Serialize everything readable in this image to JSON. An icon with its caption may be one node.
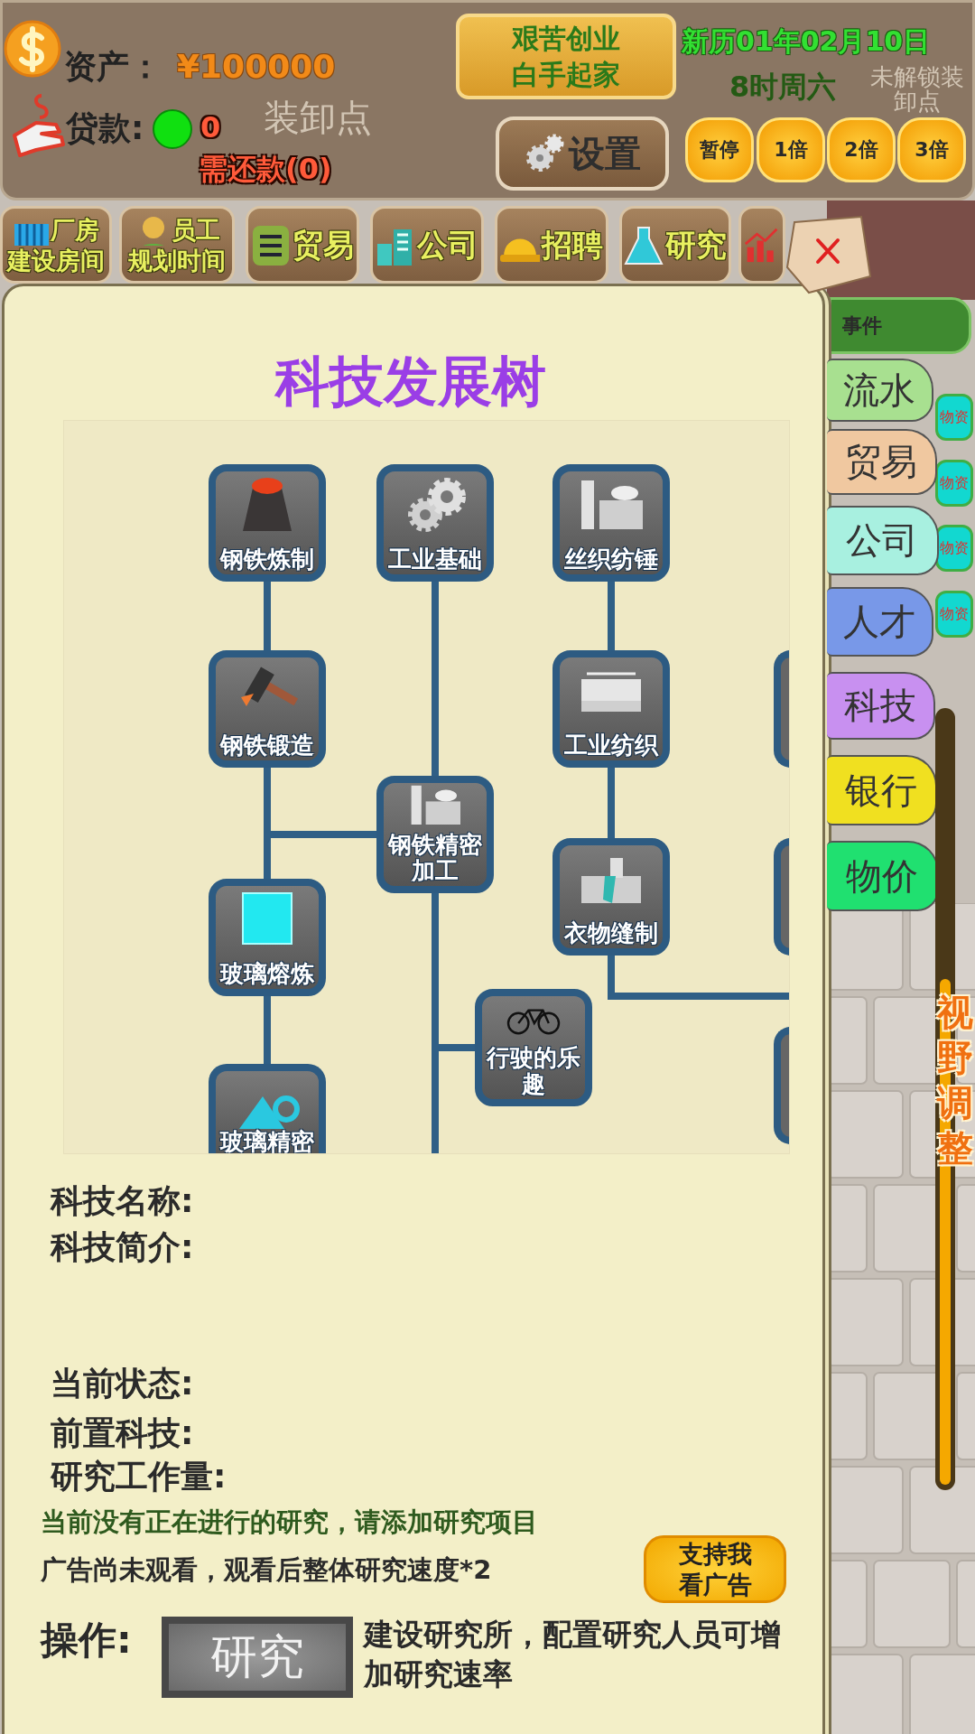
{
  "diagram": {
    "title": "科技发展树",
    "nodes": [
      {
        "text": [
          "艰苦创业白手起家"
        ]
      },
      {
        "text": [
          "设置"
        ]
      },
      {
        "text": [
          "暂停"
        ]
      },
      {
        "text": [
          "1倍"
        ]
      },
      {
        "text": [
          "2倍"
        ]
      },
      {
        "text": [
          "3倍"
        ]
      },
      {
        "text": [
          "厂房",
          "建设房间"
        ]
      },
      {
        "text": [
          "员工",
          "规划时间"
        ]
      },
      {
        "text": [
          "贸易"
        ]
      },
      {
        "text": [
          "公司"
        ]
      },
      {
        "text": [
          "招聘"
        ]
      },
      {
        "text": [
          "研究"
        ]
      },
      {
        "text": [],
        "shape": "box"
      },
      {
        "text": [
          "事件"
        ]
      },
      {
        "text": [
          "物资"
        ]
      },
      {
        "text": [
          "物资"
        ]
      },
      {
        "text": [
          "物资"
        ]
      },
      {
        "text": [
          "物资"
        ]
      },
      {
        "text": [
          "流水"
        ]
      },
      {
        "text": [
          "贸易"
        ]
      },
      {
        "text": [
          "公司"
        ]
      },
      {
        "text": [
          "人才"
        ]
      },
      {
        "text": [
          "科技"
        ]
      },
      {
        "text": [
          "银行"
        ]
      },
      {
        "text": [
          "物价"
        ]
      },
      {
        "text": [
          "支持我看广告"
        ]
      },
      {
        "text": [
          "研究"
        ]
      },
      {
        "text": [
          "钢铁炼制"
        ]
      },
      {
        "text": [
          "工业基础"
        ]
      },
      {
        "text": [
          "丝织纺锤"
        ]
      },
      {
        "text": [
          "钢铁锻造"
        ]
      },
      {
        "text": [
          "工业纺织"
        ]
      },
      {
        "text": [
          "钢铁精密加工"
        ]
      },
      {
        "text": [
          "衣物缝制"
        ]
      },
      {
        "text": [
          "玻璃熔炼"
        ]
      },
      {
        "text": [
          "行驶的乐趣"
        ]
      },
      {
        "text": [
          "玻璃精密"
        ]
      },
      {
        "text": [],
        "shape": "box"
      },
      {
        "text": [],
        "shape": "box"
      },
      {
        "text": [],
        "shape": "box"
      }
    ],
    "edges": [
      {
        "from": 27,
        "to": 30,
        "arrow": "none"
      },
      {
        "from": 30,
        "to": 34,
        "arrow": "none"
      },
      {
        "from": 30,
        "to": 32,
        "arrow": "none"
      },
      {
        "from": 28,
        "to": 32,
        "arrow": "none"
      },
      {
        "from": 32,
        "to": 35,
        "arrow": "none"
      },
      {
        "from": 32,
        "to": null,
        "arrow": "none"
      },
      {
        "from": 34,
        "to": 36,
        "arrow": "none"
      },
      {
        "from": 29,
        "to": 31,
        "arrow": "none"
      },
      {
        "from": 31,
        "to": 33,
        "arrow": "none"
      },
      {
        "from": 33,
        "to": null,
        "arrow": "none"
      }
    ],
    "labels": [
      "装卸点",
      "未解锁装卸点",
      "资产：",
      "¥100000",
      "贷款:",
      "0",
      "需还款(0)",
      "新历01年02月10日",
      "8时周六",
      "视野调整",
      "科技名称:",
      "科技简介:",
      "当前状态:",
      "前置科技:",
      "研究工作量:",
      "当前没有正在进行的研究，请添加研究项目",
      "广告尚未观看，观看后整体研究速度*2",
      "操作:",
      "建设研究所，配置研究人员可增加研究速率"
    ]
  }
}
